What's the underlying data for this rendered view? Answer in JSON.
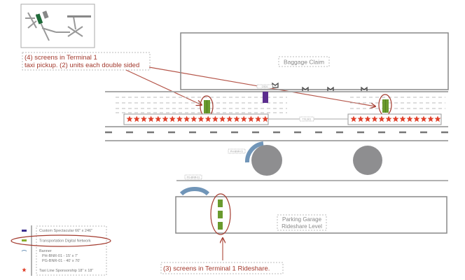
{
  "callouts": {
    "taxi_line1": "(4) screens in Terminal 1",
    "taxi_line2": " taxi pickup. (2) units each double sided",
    "rideshare": "(3) screens in Terminal 1 Rideshare."
  },
  "buildings": {
    "baggage_claim": "Baggage Claim",
    "garage_line1": "Parking Garage",
    "garage_line2": "Rideshare Level"
  },
  "tags": {
    "ph_banner": "PH-BNR-01",
    "pg_banner": "PG-BNR-01",
    "taxi_line": "TXLS01",
    "spectacular": "CS01"
  },
  "legend": {
    "spectacular": "Custom Spectacular 66\" x 246\"",
    "tdn": "Transportation Digital Network",
    "banner_title": "Banner",
    "banner_ph": "PH-BNR-01 - 15' x 7'",
    "banner_pg": "PG-BNR-01 - 40' x 70'",
    "taxi": "Taxi Line Sponsorship 18\" x 18\""
  },
  "colors": {
    "callout": "#a33a2e",
    "tdn_green": "#6a9a2e",
    "spectacular_purple": "#5b2d8e",
    "banner_blue": "#7095b8",
    "star_red": "#e0402a",
    "structure_gray": "#8a8a8a"
  }
}
